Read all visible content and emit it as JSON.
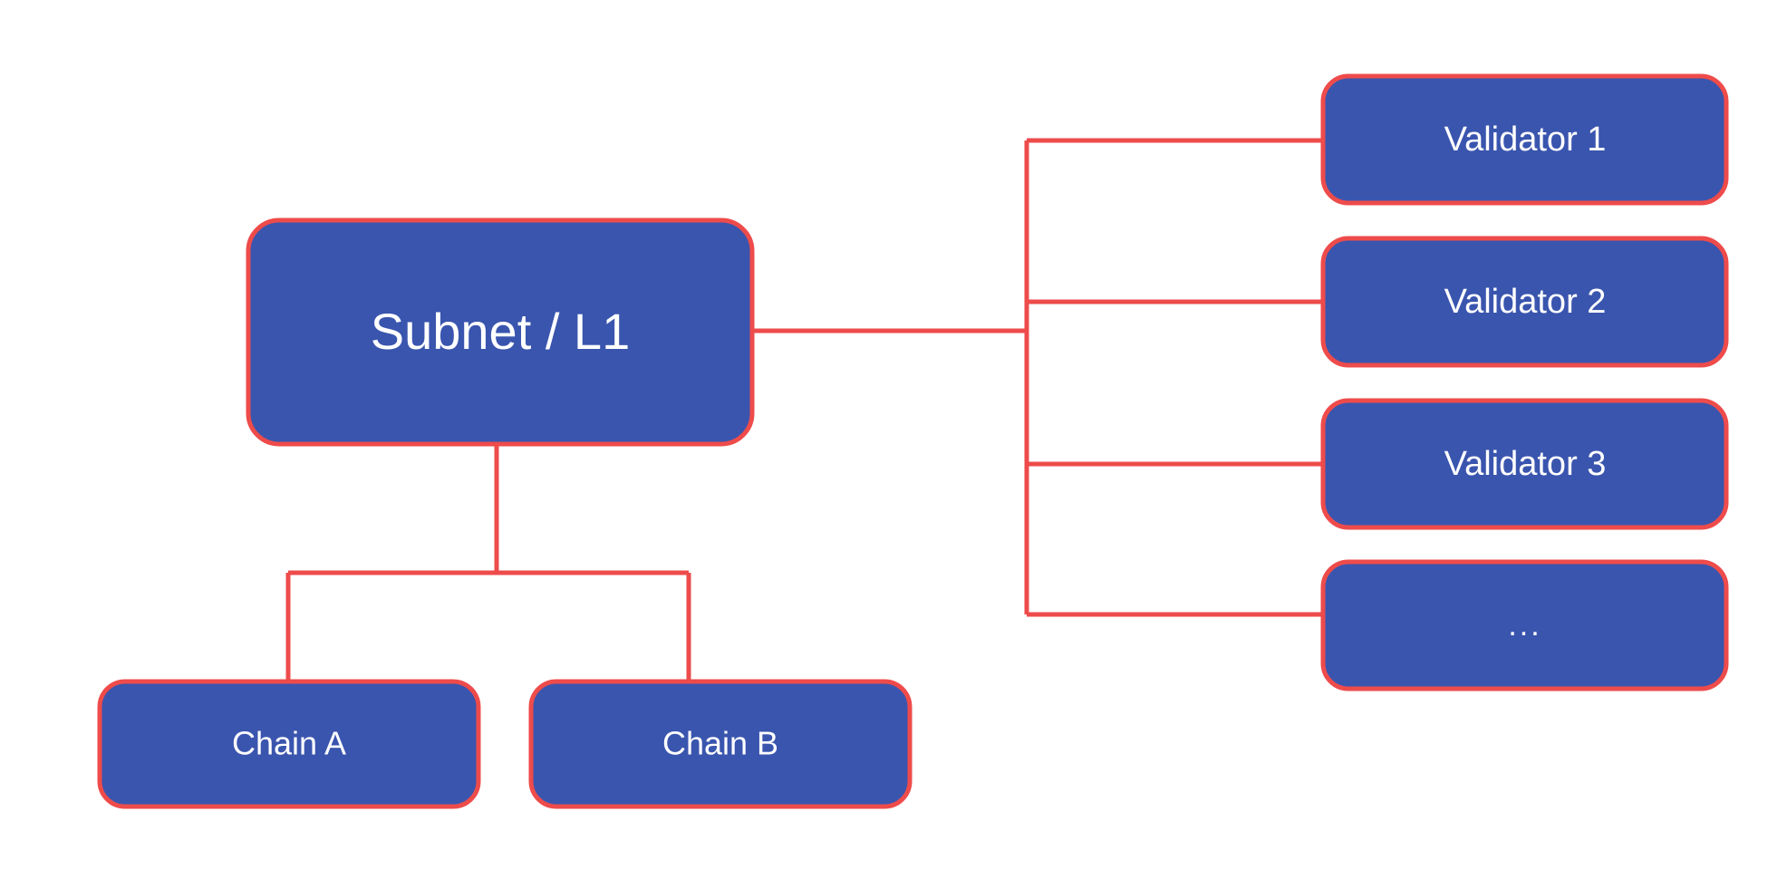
{
  "diagram": {
    "type": "node-tree",
    "background_color": "#ffffff",
    "node_fill_color": "#3A55AE",
    "node_border_color": "#EE4B4B",
    "node_text_color": "#FFFFFF",
    "edge_color": "#EE4B4B",
    "root": {
      "id": "subnet-l1",
      "label": "Subnet / L1"
    },
    "chains": [
      {
        "id": "chain-a",
        "label": "Chain A"
      },
      {
        "id": "chain-b",
        "label": "Chain B"
      }
    ],
    "validators": [
      {
        "id": "validator-1",
        "label": "Validator 1"
      },
      {
        "id": "validator-2",
        "label": "Validator 2"
      },
      {
        "id": "validator-3",
        "label": "Validator 3"
      },
      {
        "id": "validator-more",
        "label": "..."
      }
    ]
  }
}
